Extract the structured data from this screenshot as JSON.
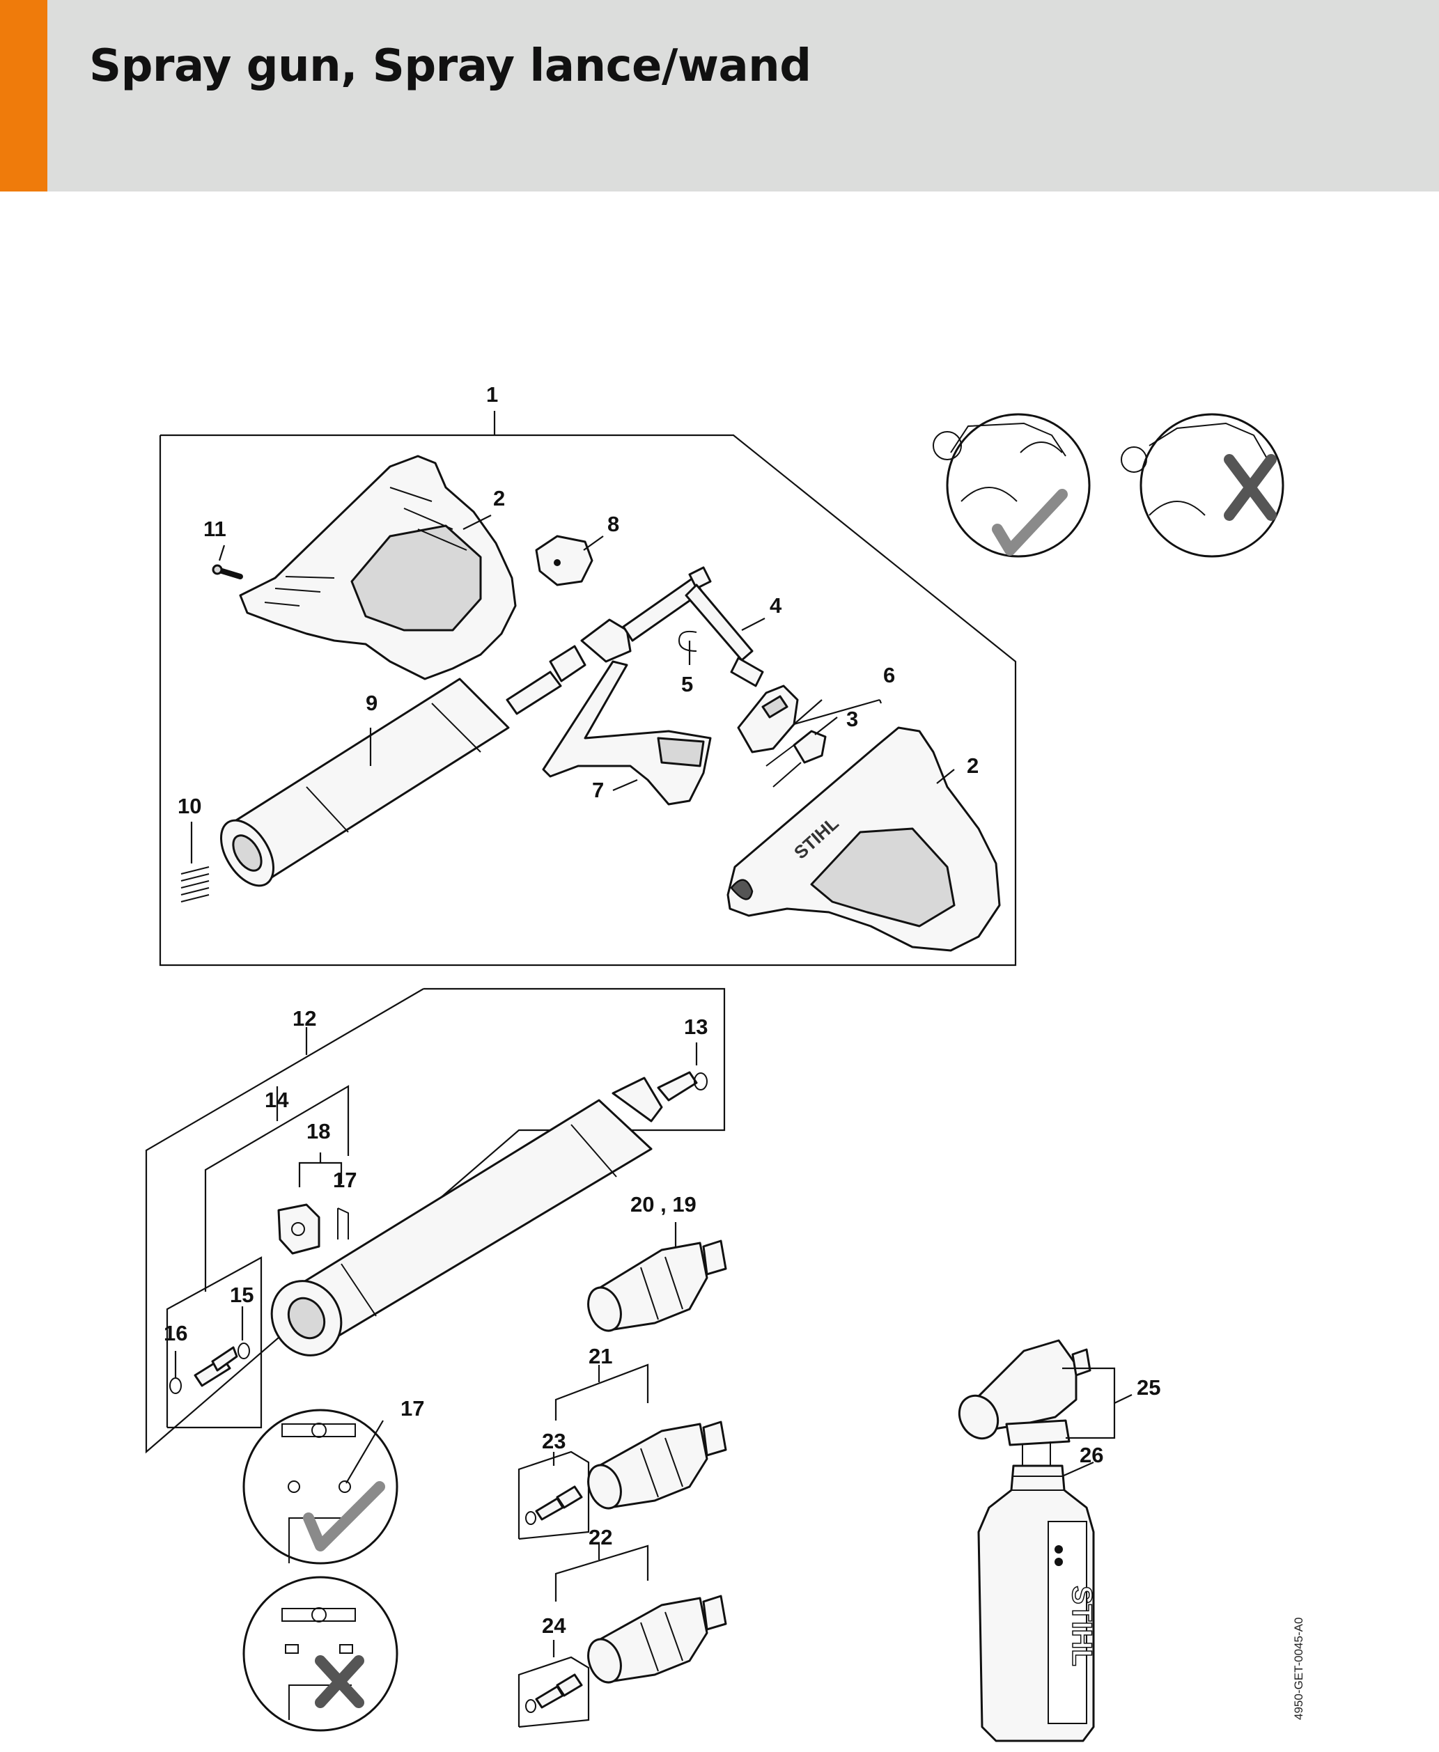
{
  "header": {
    "title": "Spray gun, Spray lance/wand",
    "accent_color": "#ef7b0b",
    "band_color": "#dcdddc"
  },
  "diagram": {
    "callouts": {
      "c1": "1",
      "c2a": "2",
      "c2b": "2",
      "c3": "3",
      "c4": "4",
      "c5": "5",
      "c6": "6",
      "c7": "7",
      "c8": "8",
      "c9": "9",
      "c10": "10",
      "c11": "11",
      "c12": "12",
      "c13": "13",
      "c14": "14",
      "c15": "15",
      "c16": "16",
      "c17a": "17",
      "c17b": "17",
      "c18": "18",
      "c20_19": "20 , 19",
      "c21": "21",
      "c22": "22",
      "c23": "23",
      "c24": "24",
      "c25": "25",
      "c26": "26"
    },
    "brand_mark": "STIHL",
    "document_id": "4950-GET-0045-A0",
    "icons": {
      "correct": "check-mark-icon",
      "incorrect": "cross-mark-icon"
    }
  }
}
